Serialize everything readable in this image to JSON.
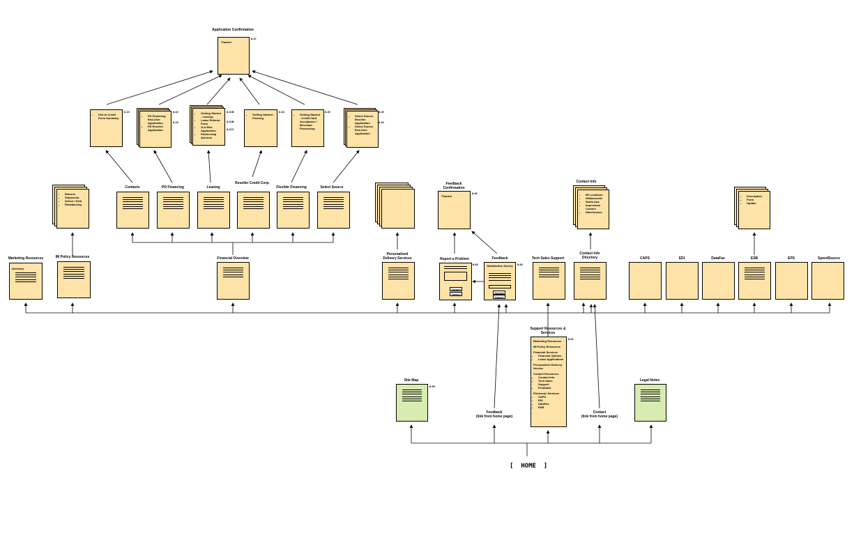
{
  "app_confirmation": {
    "label": "Application Confirmation",
    "num": "8.37",
    "text": "Thanks!"
  },
  "app_pages": [
    {
      "items": [
        "Dell to Credit Form Summary"
      ],
      "num": "8.19"
    },
    {
      "items": [
        "PD Financing End-User Application",
        "PD Reseller Application"
      ],
      "nums": [
        "8.22",
        "8.23"
      ]
    },
    {
      "items": [
        "Getting Started - Leasing",
        "Lease Referral Form",
        "JLA Mini Application",
        "Partnership America"
      ],
      "nums": [
        "8.21B",
        "8.21B",
        "8.21C"
      ]
    },
    {
      "items": [
        "Getting Started - Flooring"
      ],
      "num": "8.18"
    },
    {
      "items": [
        "Getting Started - Credit Card Acceptance / Merchant Processing"
      ],
      "num": "8.40"
    },
    {
      "items": [
        "Select Source Reseller Application",
        "Select Source End-User Application"
      ],
      "nums": [
        "8.25",
        "8.26"
      ]
    }
  ],
  "financial_children": [
    "Contacts",
    "PD Financing",
    "Leasing",
    "Reseller Credit Corp.",
    "Flexible Financing",
    "Select Source"
  ],
  "policy_items": [
    "Returns",
    "Shipments",
    "Defect / DOA",
    "Rebalancing"
  ],
  "feedback_confirmation": {
    "label": "Feedback Confirmation",
    "num": "8.06",
    "text": "Thanks!"
  },
  "contact_info": {
    "label": "Contact Info",
    "items": [
      "IM Locations",
      "Williamsville",
      "Santa Ana",
      "Impression Centers",
      "Warehouses"
    ]
  },
  "esb_items": [
    "Description",
    "Form",
    "Update"
  ],
  "top_row": {
    "marketing_resources": {
      "label": "Marketing Resources",
      "text": "directory"
    },
    "im_policy": "IM Policy Resources",
    "financial_overview": "Financial Overview",
    "personalized_delivery": "Personalized Delivery Services",
    "report_problem": {
      "label": "Report a Problem",
      "num": "8.83",
      "submit": "Submit",
      "cancel": "Cancel"
    },
    "feedback": {
      "label": "Feedback",
      "num": "8.82",
      "survey_title": "Satisfaction Survey",
      "submit": "Submit",
      "cancel": "Cancel"
    },
    "tech_sales": "Tech Sales Support",
    "contact_directory": "Contact Info Directory",
    "caps": "CAPS",
    "edi": "EDI",
    "datafax": "DataFax",
    "esb": "ESB",
    "eps": "EPS",
    "speedsource": "SpeedSource"
  },
  "support": {
    "label": "Support Resources & Services",
    "num": "8.01",
    "sections": [
      {
        "title": "Marketing Resources",
        "items": []
      },
      {
        "title": "IM Policy Resources",
        "items": []
      },
      {
        "title": "Financial Services",
        "items": [
          "Financial Options",
          "Lease Applications"
        ]
      },
      {
        "title": "Personalized Delivery Service",
        "items": []
      },
      {
        "title": "Contact Resources",
        "items": [
          "Contact Info",
          "Tech Sales Support",
          "Feedback"
        ]
      },
      {
        "title": "Electronic Services",
        "items": [
          "CAPS",
          "EDI",
          "DataFax",
          "ESB"
        ]
      }
    ]
  },
  "site_map": {
    "label": "Site Map",
    "num": "8.99"
  },
  "legal_notes": {
    "label": "Legal Notes"
  },
  "feedback_link": {
    "label": "Feedback",
    "sub": "(link from home page)"
  },
  "contact_link": {
    "label": "Contact",
    "sub": "(link from home page)"
  },
  "home": {
    "label": "HOME"
  }
}
